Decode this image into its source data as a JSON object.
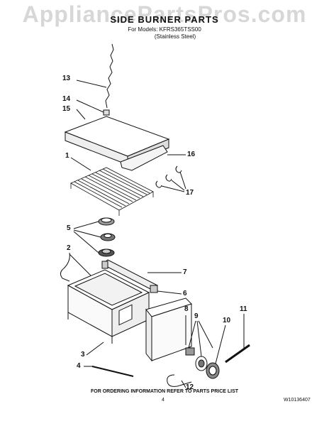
{
  "watermark": "AppliancePartsPros.com",
  "title": "SIDE BURNER PARTS",
  "subtitle_models": "For Models: KFRS365TSS00",
  "subtitle_finish": "(Stainless Steel)",
  "footer": "FOR ORDERING INFORMATION REFER TO PARTS PRICE LIST",
  "page_number": "4",
  "doc_id": "W10136407",
  "callouts": {
    "c13": "13",
    "c14": "14",
    "c15": "15",
    "c16": "16",
    "c1": "1",
    "c17": "17",
    "c5": "5",
    "c2": "2",
    "c7": "7",
    "c6": "6",
    "c8": "8",
    "c9": "9",
    "c10": "10",
    "c11": "11",
    "c3": "3",
    "c4": "4",
    "c12": "12"
  }
}
